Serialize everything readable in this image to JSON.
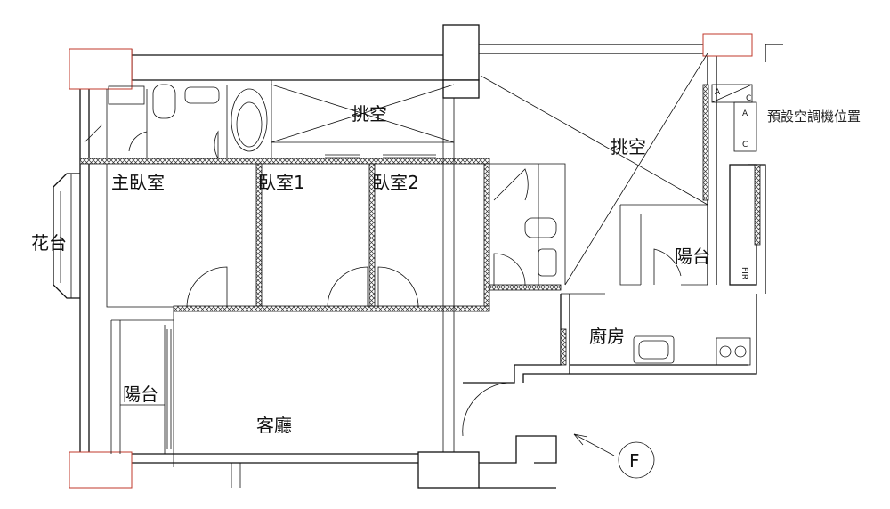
{
  "rooms": {
    "void_1": "挑空",
    "void_2": "挑空",
    "master_bedroom": "主臥室",
    "bedroom_1": "臥室1",
    "bedroom_2": "臥室2",
    "flower_bed": "花台",
    "balcony_east": "陽台",
    "balcony_west": "陽台",
    "kitchen": "廚房",
    "living_room": "客廳"
  },
  "notes": {
    "ac_position": "預設空調機位置"
  },
  "tags": {
    "ac_a1": "A",
    "ac_c1": "C",
    "ac_a2": "A",
    "ac_c2": "C",
    "fire": "FIR"
  },
  "north_marker": "F"
}
